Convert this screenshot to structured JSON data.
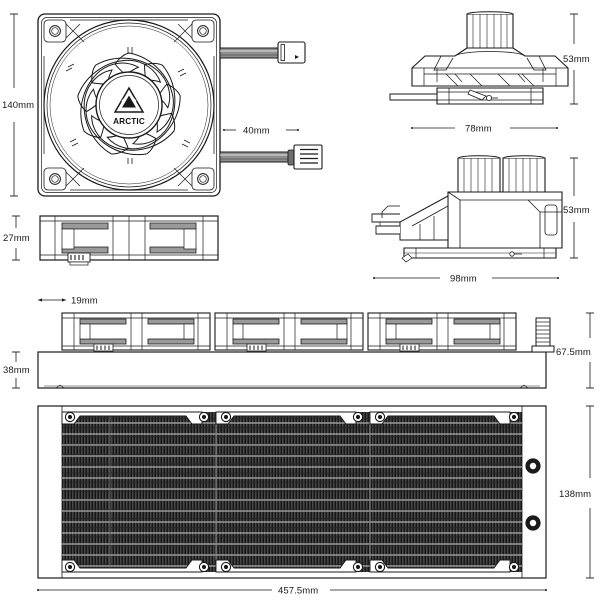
{
  "drawing": {
    "title": "ARCTIC Liquid Freezer AIO dimensional drawing",
    "background_color": "#ffffff",
    "line_color": "#1a1a1a",
    "fin_dark_color": "#2b2b2b",
    "brand": "ARCTIC",
    "units": "mm"
  },
  "views": {
    "fan_front": {
      "name": "fan-front-view",
      "hub_logo_text": "ARCTIC",
      "dimensions": {
        "height_label": "140mm"
      }
    },
    "fan_side": {
      "name": "fan-side-view",
      "dimensions": {
        "height_label": "27mm"
      }
    },
    "cables": {
      "pwm_cable_label": "",
      "argb_cable_label": "40mm"
    },
    "pump_top": {
      "name": "pump-top-view",
      "dimensions": {
        "height_label": "53mm",
        "width_label": "78mm"
      }
    },
    "pump_side": {
      "name": "pump-side-view",
      "dimensions": {
        "height_label": "53mm",
        "width_label": "98mm"
      }
    },
    "radiator_side": {
      "name": "radiator-side-view",
      "dimensions": {
        "fan_thickness_label": "19mm",
        "radiator_thickness_label": "38mm",
        "total_height_label": "67.5mm"
      }
    },
    "radiator_front": {
      "name": "radiator-front-view",
      "dimensions": {
        "width_label": "457.5mm",
        "height_label": "138mm"
      },
      "fan_count": 3,
      "tube_rows": 14
    }
  },
  "labels": {
    "d140": "140mm",
    "d40": "40mm",
    "d27": "27mm",
    "d53a": "53mm",
    "d78": "78mm",
    "d53b": "53mm",
    "d98": "98mm",
    "d19": "19mm",
    "d38": "38mm",
    "d675": "67.5mm",
    "d138": "138mm",
    "d4575": "457.5mm",
    "brand": "ARCTIC"
  }
}
